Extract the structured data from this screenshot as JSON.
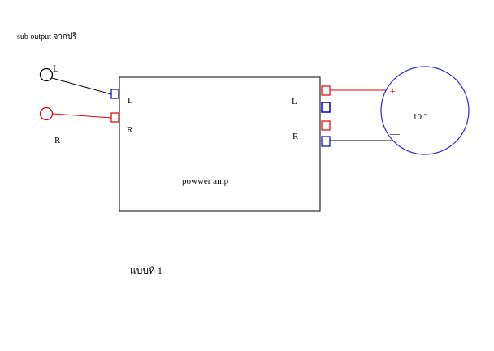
{
  "title": "sub output จากปรี",
  "amp": {
    "label": "powwer amp",
    "input_left": "L",
    "input_right": "R",
    "output_left": "L",
    "output_right": "R"
  },
  "source": {
    "left_label": "L",
    "right_label": "R"
  },
  "speaker": {
    "label": "10 \"",
    "plus": "+",
    "minus": "—"
  },
  "caption": "แบบที่ 1",
  "colors": {
    "red": "#e00000",
    "blue": "#0000c0",
    "speaker_outline": "#2a2ad8",
    "black": "#000000"
  }
}
